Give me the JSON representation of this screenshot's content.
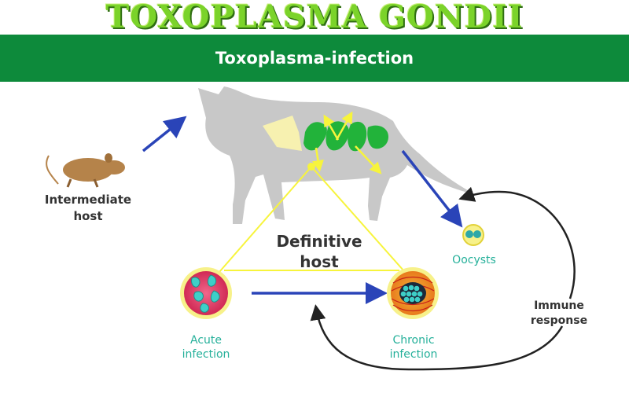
{
  "header": {
    "title": "TOXOPLASMA GONDII",
    "subtitle": "Toxoplasma-infection"
  },
  "diagram": {
    "labels": {
      "intermediate_host_line1": "Intermediate",
      "intermediate_host_line2": "host",
      "definitive_host_line1": "Definitive",
      "definitive_host_line2": "host",
      "oocysts": "Oocysts",
      "immune_response_line1": "Immune",
      "immune_response_line2": "response",
      "acute_infection_line1": "Acute",
      "acute_infection_line2": "infection",
      "chronic_infection_line1": "Chronic",
      "chronic_infection_line2": "infection"
    },
    "colors": {
      "title_green": "#7bd32a",
      "banner_green": "#0d8a3b",
      "cat_gray": "#c8c8c8",
      "organ_green": "#22b33a",
      "lung_yellow": "#f7f1b0",
      "arrow_blue": "#2a44b8",
      "line_yellow": "#f7f43c",
      "label_teal": "#25b09a",
      "acute_pink": "#e03a63",
      "chronic_red": "#d8301a",
      "cell_cyan": "#3ecfc8"
    }
  }
}
